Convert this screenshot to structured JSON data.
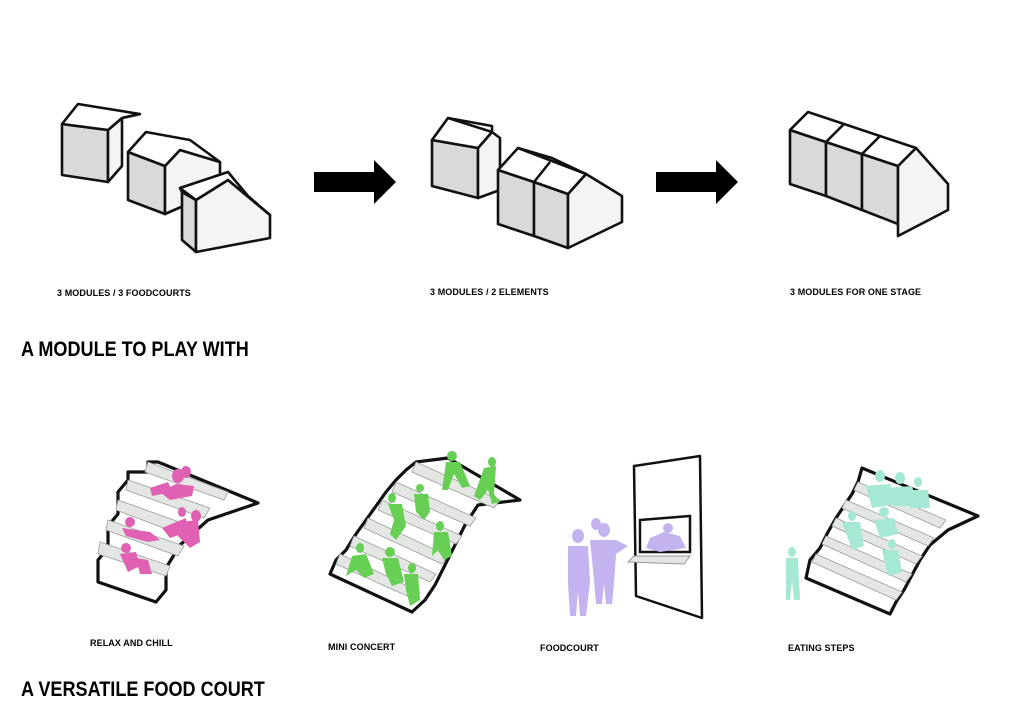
{
  "top_row": {
    "captions": [
      "3 MODULES / 3 FOODCOURTS",
      "3 MODULES / 2 ELEMENTS",
      "3 MODULES FOR ONE STAGE"
    ],
    "heading": "A MODULE  TO PLAY WITH"
  },
  "bottom_row": {
    "captions": [
      "RELAX AND CHILL",
      "MINI CONCERT",
      "FOODCOURT",
      "EATING STEPS"
    ],
    "heading": "A VERSATILE FOOD COURT"
  },
  "colors": {
    "module_front": "#d8dad8",
    "module_side": "#f4f4f4",
    "stroke": "#111111",
    "step_fill": "#e3e6e3",
    "relax": "#e060b4",
    "concert": "#67d054",
    "foodcourt": "#c4b3ee",
    "eating": "#a6e8d6"
  }
}
